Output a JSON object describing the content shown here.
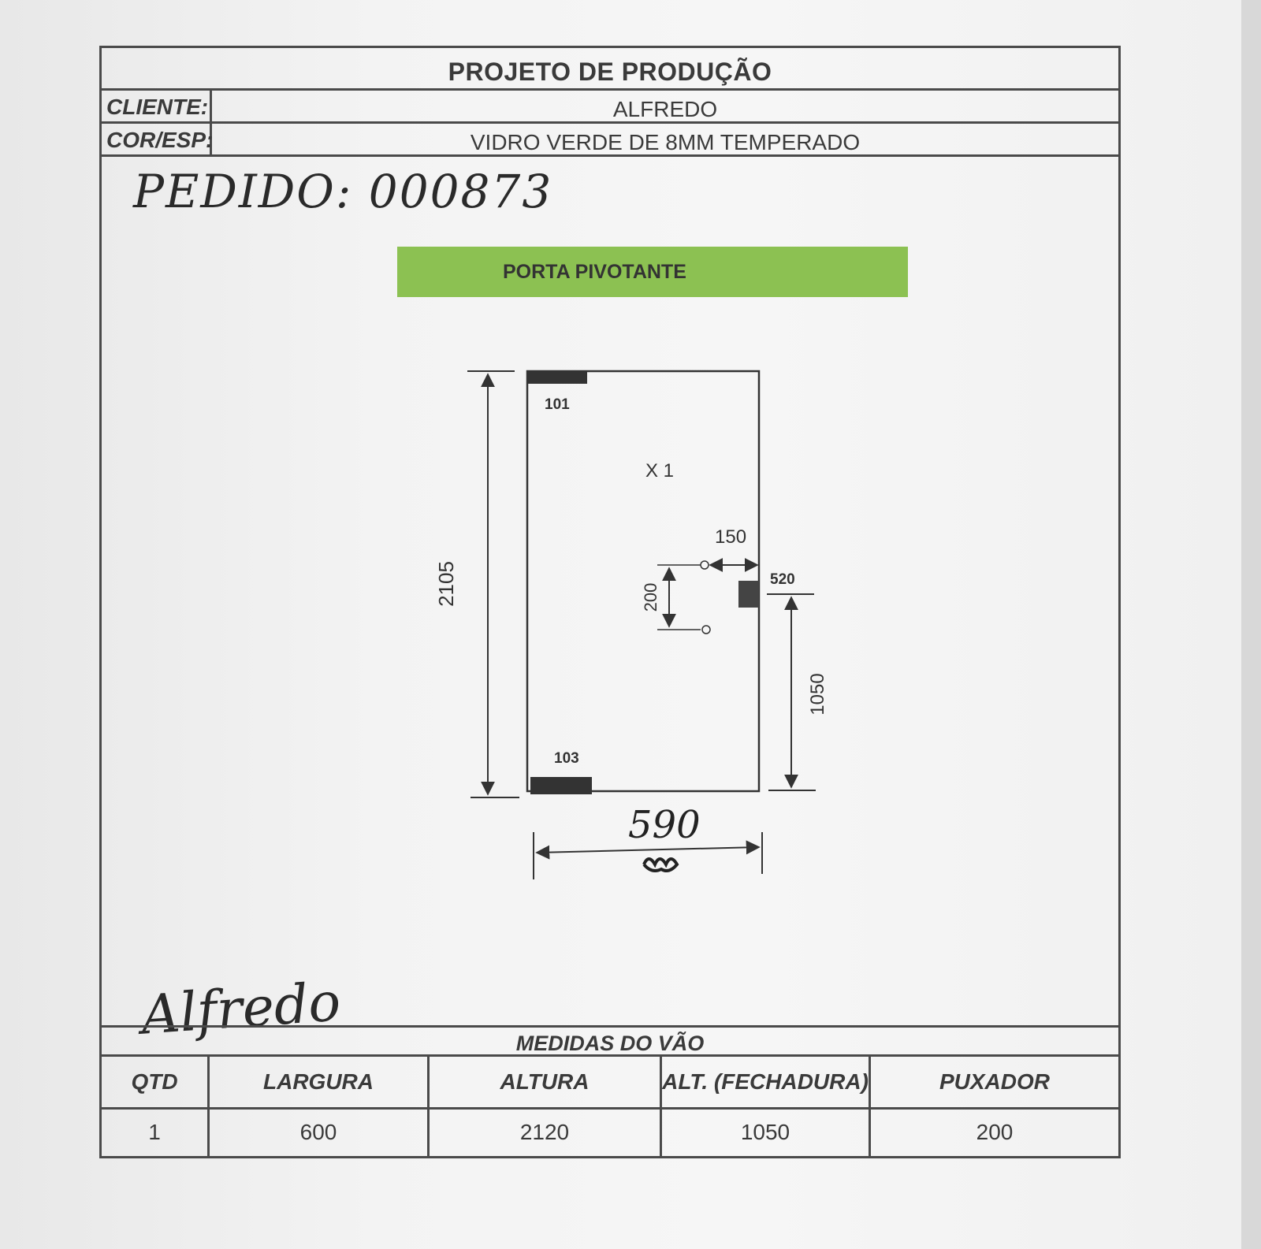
{
  "form": {
    "title": "PROJETO DE PRODUÇÃO",
    "client_label": "CLIENTE:",
    "client_value": "ALFREDO",
    "cor_label": "COR/ESP:",
    "cor_value": "VIDRO VERDE DE 8MM TEMPERADO",
    "pedido_handwritten": "PEDIDO: 000873",
    "banner": "PORTA PIVOTANTE",
    "banner_color": "#8cc152"
  },
  "drawing": {
    "label_top_pivot": "101",
    "label_bottom_pivot": "103",
    "quantity": "X 1",
    "height": "2105",
    "handle_offset": "150",
    "handle_length": "200",
    "lock_label": "520",
    "lock_height": "1050",
    "width_handwritten": "590"
  },
  "signature": "Alfredo",
  "medidas": {
    "title": "MEDIDAS DO VÃO",
    "headers": [
      "QTD",
      "LARGURA",
      "ALTURA",
      "ALT. (FECHADURA)",
      "PUXADOR"
    ],
    "values": [
      "1",
      "600",
      "2120",
      "1050",
      "200"
    ]
  }
}
